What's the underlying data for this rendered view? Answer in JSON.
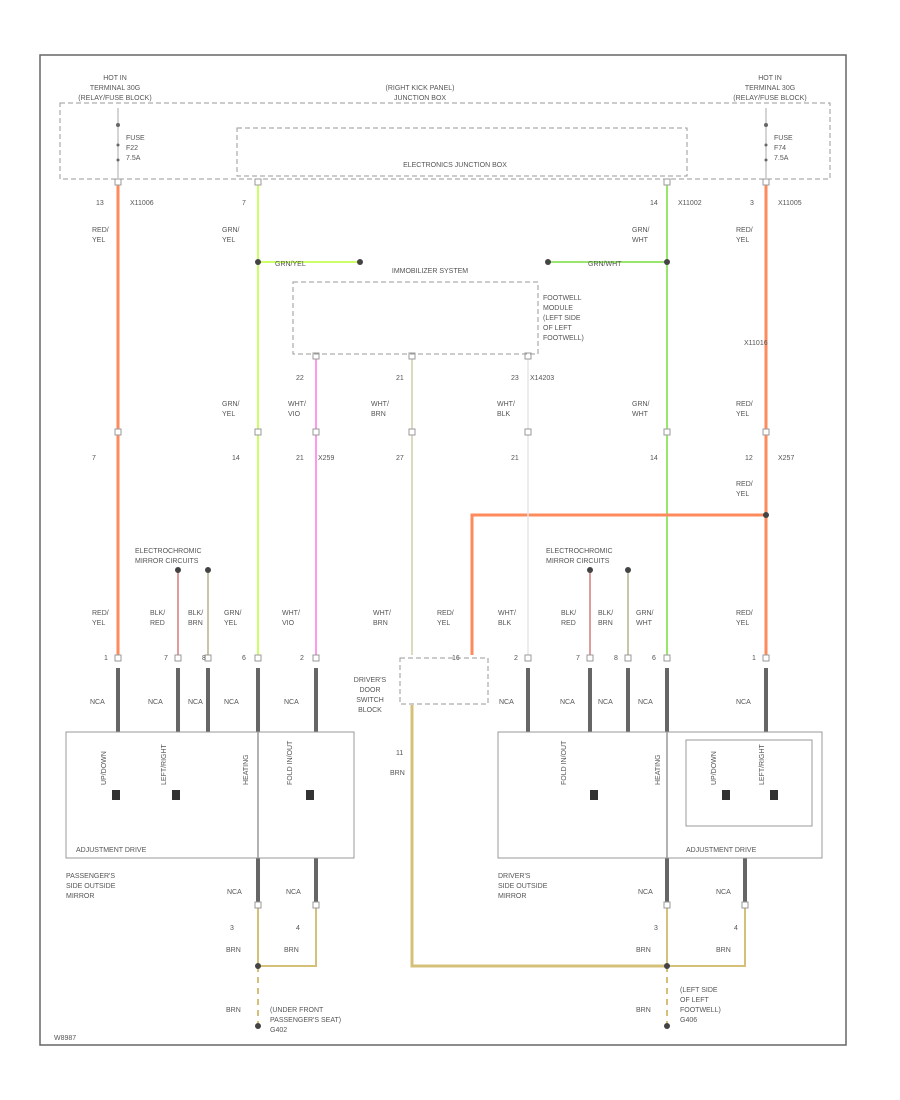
{
  "colors": {
    "red_yel": "#ff8a5c",
    "grn_yel": "#ccff66",
    "grn_wht": "#99e66e",
    "wht_vio": "#ff99ee",
    "wht_brn": "#ddd9bd",
    "wht_blk": "#e6e6e6",
    "blk_red": "#d47b7b",
    "blk_brn": "#b8b18a",
    "brn": "#d4c078",
    "frame": "#666666"
  },
  "header": {
    "left_hot": [
      "HOT IN",
      "TERMINAL 30G",
      "(RELAY/FUSE BLOCK)"
    ],
    "right_hot": [
      "HOT IN",
      "TERMINAL 30G",
      "(RELAY/FUSE BLOCK)"
    ],
    "junction": [
      "(RIGHT KICK PANEL)",
      "JUNCTION BOX"
    ],
    "left_fuse": [
      "FUSE",
      "F22",
      "7.5A"
    ],
    "right_fuse": [
      "FUSE",
      "F74",
      "7.5A"
    ],
    "ejb": "ELECTRONICS JUNCTION BOX"
  },
  "pins": {
    "left_ejb": "13",
    "left_ejb_conn": "X11006",
    "grn_ejb": "7",
    "grn_ejb2": "14",
    "right_ejb_conn": "X11002",
    "right_red": "3",
    "right_red_conn": "X11005"
  },
  "wires": {
    "red_yel": [
      "RED/",
      "YEL"
    ],
    "grn_yel": [
      "GRN/",
      "YEL"
    ],
    "grn_wht": [
      "GRN/",
      "WHT"
    ],
    "wht_vio": [
      "WHT/",
      "VIO"
    ],
    "wht_brn": [
      "WHT/",
      "BRN"
    ],
    "wht_blk": [
      "WHT/",
      "BLK"
    ],
    "blk_red": [
      "BLK/",
      "RED"
    ],
    "blk_brn": [
      "BLK/",
      "BRN"
    ],
    "brn": "BRN",
    "nca": "NCA"
  },
  "splices": {
    "left": "GRN/YEL",
    "right": "GRN/WHT"
  },
  "immo": {
    "title": "IMMOBILIZER SYSTEM",
    "module": [
      "FOOTWELL",
      "MODULE",
      "(LEFT SIDE",
      "OF LEFT",
      "FOOTWELL)"
    ],
    "pin22": "22",
    "pin21": "21",
    "pin23": "23",
    "conn": "X14203"
  },
  "mid_pins": {
    "p7": "7",
    "p14a": "14",
    "p21a": "21",
    "x2": "X259",
    "p27": "27",
    "p21b": "21",
    "p14b": "14",
    "p12": "12",
    "x1": "X257",
    "conn_right_upper": "X11016"
  },
  "electrochromic": {
    "left": [
      "ELECTROCHROMIC",
      "MIRROR CIRCUITS"
    ],
    "right": [
      "ELECTROCHROMIC",
      "MIRROR CIRCUITS"
    ]
  },
  "bottom_pins": {
    "l1": "1",
    "l7": "7",
    "l8": "8",
    "l6": "6",
    "l2": "2",
    "r2": "2",
    "r7": "7",
    "r8": "8",
    "r6": "6",
    "r1": "1",
    "bsb": "16"
  },
  "switch_block": [
    "DRIVER'S",
    "DOOR",
    "SWITCH",
    "BLOCK"
  ],
  "brn_pin": "11",
  "left_mirror": {
    "label": [
      "PASSENGER'S",
      "SIDE OUTSIDE",
      "MIRROR"
    ],
    "drive": "ADJUSTMENT DRIVE",
    "motors": [
      "UP/DOWN",
      "LEFT/RIGHT",
      "HEATING",
      "FOLD IN/OUT"
    ]
  },
  "right_mirror": {
    "label": [
      "DRIVER'S",
      "SIDE OUTSIDE",
      "MIRROR"
    ],
    "drive": "ADJUSTMENT DRIVE",
    "motors": [
      "FOLD IN/OUT",
      "HEATING",
      "UP/DOWN",
      "LEFT/RIGHT"
    ]
  },
  "grounds": {
    "left": [
      "(UNDER FRONT",
      "PASSENGER'S SEAT)",
      "G402"
    ],
    "right": [
      "(LEFT SIDE",
      "OF LEFT",
      "FOOTWELL)",
      "G406"
    ],
    "p3": "3",
    "p4": "4"
  },
  "footer": "W8987"
}
